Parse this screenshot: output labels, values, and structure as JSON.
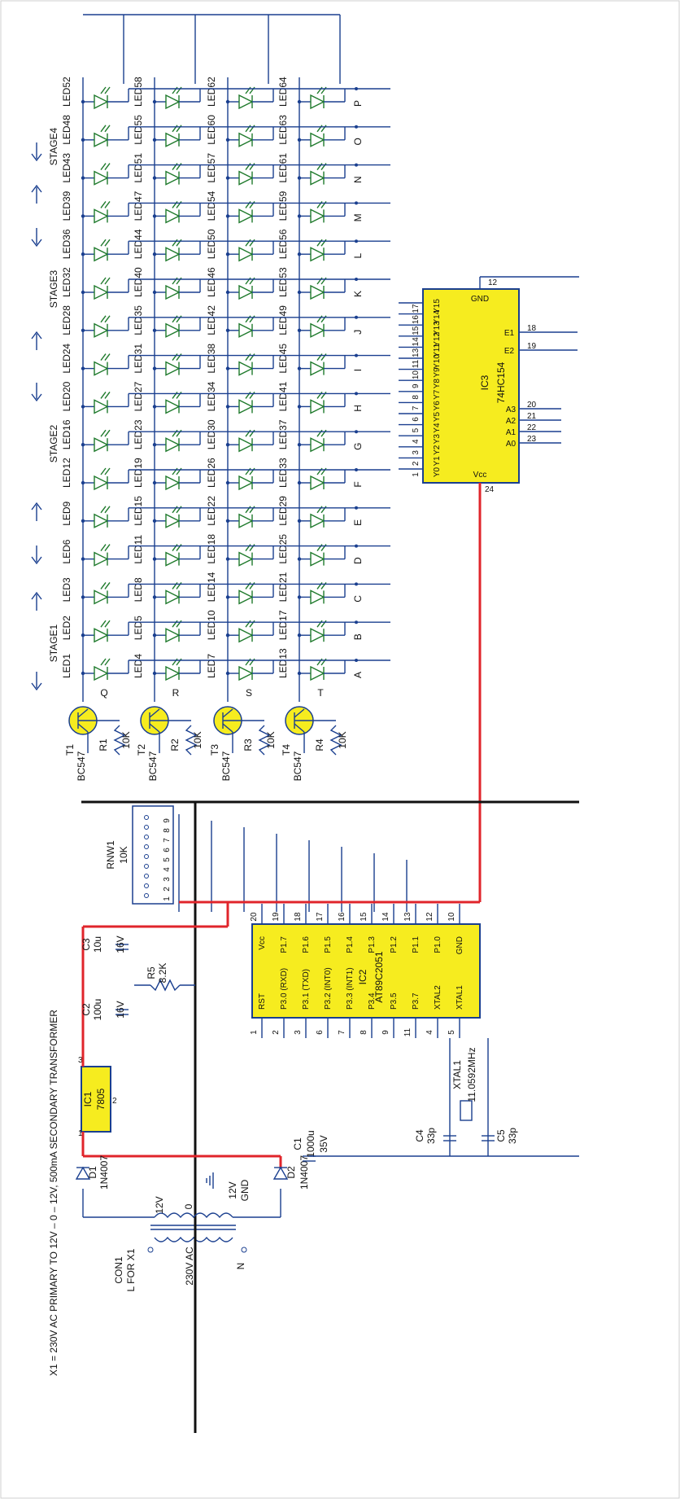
{
  "colors": {
    "wire": "#1a3f8f",
    "supply": "#e0252b",
    "ground": "#111111",
    "chip": "#f6ec1f",
    "led": "#1f7a2c"
  },
  "note": "X1 = 230V AC PRIMARY TO 12V – 0 – 12V, 500mA SECONDARY TRANSFORMER",
  "stages": [
    "STAGE1",
    "STAGE2",
    "STAGE3",
    "STAGE4"
  ],
  "led_columns": [
    [
      "LED1",
      "LED2",
      "LED3",
      "LED6",
      "LED9",
      "LED12",
      "LED16",
      "LED20",
      "LED24",
      "LED28",
      "LED32",
      "LED36",
      "LED39",
      "LED43",
      "LED48",
      "LED52"
    ],
    [
      "LED4",
      "LED5",
      "LED8",
      "LED11",
      "LED15",
      "LED19",
      "LED23",
      "LED27",
      "LED31",
      "LED35",
      "LED40",
      "LED44",
      "LED47",
      "LED51",
      "LED55",
      "LED58"
    ],
    [
      "LED7",
      "LED10",
      "LED14",
      "LED18",
      "LED22",
      "LED26",
      "LED30",
      "LED34",
      "LED38",
      "LED42",
      "LED46",
      "LED50",
      "LED54",
      "LED57",
      "LED60",
      "LED62"
    ],
    [
      "LED13",
      "LED17",
      "LED21",
      "LED25",
      "LED29",
      "LED33",
      "LED37",
      "LED41",
      "LED45",
      "LED49",
      "LED53",
      "LED56",
      "LED59",
      "LED61",
      "LED63",
      "LED64"
    ]
  ],
  "row_letters": [
    "A",
    "B",
    "C",
    "D",
    "E",
    "F",
    "G",
    "H",
    "I",
    "J",
    "K",
    "L",
    "M",
    "N",
    "O",
    "P"
  ],
  "transistors": [
    {
      "ref": "T1",
      "type": "BC547",
      "node": "Q",
      "res": "R1",
      "val": "10K"
    },
    {
      "ref": "T2",
      "type": "BC547",
      "node": "R",
      "res": "R2",
      "val": "10K"
    },
    {
      "ref": "T3",
      "type": "BC547",
      "node": "S",
      "res": "R3",
      "val": "10K"
    },
    {
      "ref": "T4",
      "type": "BC547",
      "node": "T",
      "res": "R4",
      "val": "10K"
    }
  ],
  "ic3": {
    "ref": "IC3",
    "part": "74HC154",
    "gnd": "GND",
    "vcc": "Vcc",
    "outputs": [
      "Y0",
      "Y1",
      "Y2",
      "Y3",
      "Y4",
      "Y5",
      "Y6",
      "Y7",
      "Y8",
      "Y9",
      "Y10",
      "Y11",
      "Y12",
      "Y13",
      "Y14",
      "Y15"
    ],
    "out_pins": [
      "1",
      "2",
      "3",
      "4",
      "5",
      "6",
      "7",
      "8",
      "9",
      "10",
      "11",
      "13",
      "14",
      "15",
      "16",
      "17"
    ],
    "inputs": [
      "A0",
      "A1",
      "A2",
      "A3"
    ],
    "in_pins": [
      "23",
      "22",
      "21",
      "20"
    ],
    "enables": [
      "E1",
      "E2"
    ],
    "en_pins": [
      "18",
      "19"
    ],
    "gnd_pin": "12",
    "vcc_pin": "24"
  },
  "ic2": {
    "ref": "IC2",
    "part": "AT89C2051",
    "top": [
      "Vcc",
      "P1.7",
      "P1.6",
      "P1.5",
      "P1.4",
      "P1.3",
      "P1.2",
      "P1.1",
      "P1.0",
      "GND"
    ],
    "top_pins": [
      "20",
      "19",
      "18",
      "17",
      "16",
      "15",
      "14",
      "13",
      "12",
      "10"
    ],
    "bottom": [
      "RST",
      "P3.0 (RXD)",
      "P3.1 (TXD)",
      "P3.2 (INT0)",
      "P3.3 (INT1)",
      "P3.4",
      "P3.5",
      "P3.7",
      "XTAL2",
      "XTAL1"
    ],
    "bottom_pins": [
      "1",
      "2",
      "3",
      "6",
      "7",
      "8",
      "9",
      "11",
      "4",
      "5"
    ]
  },
  "ic1": {
    "ref": "IC1",
    "part": "7805",
    "pins": [
      "1",
      "2",
      "3"
    ]
  },
  "rnw1": {
    "ref": "RNW1",
    "val": "10K",
    "pins": [
      "1",
      "2",
      "3",
      "4",
      "5",
      "6",
      "7",
      "8",
      "9"
    ]
  },
  "parts": {
    "c1": {
      "ref": "C1",
      "val": "1000u",
      "v": "35V"
    },
    "c2": {
      "ref": "C2",
      "val": "100u",
      "v": "16V"
    },
    "c3": {
      "ref": "C3",
      "val": "10u",
      "v": "16V"
    },
    "c4": {
      "ref": "C4",
      "val": "33p"
    },
    "c5": {
      "ref": "C5",
      "val": "33p"
    },
    "r5": {
      "ref": "R5",
      "val": "8.2K"
    },
    "d1": {
      "ref": "D1",
      "val": "1N4007"
    },
    "d2": {
      "ref": "D2",
      "val": "1N4007"
    },
    "xtal": {
      "ref": "XTAL1",
      "val": "11.0592MHz"
    },
    "con": {
      "ref": "CON1",
      "sub": "L FOR X1"
    },
    "ac": "230V AC",
    "n": "N",
    "v12a": "12V",
    "v0": "0",
    "v12b": "12V",
    "gnd": "GND"
  }
}
